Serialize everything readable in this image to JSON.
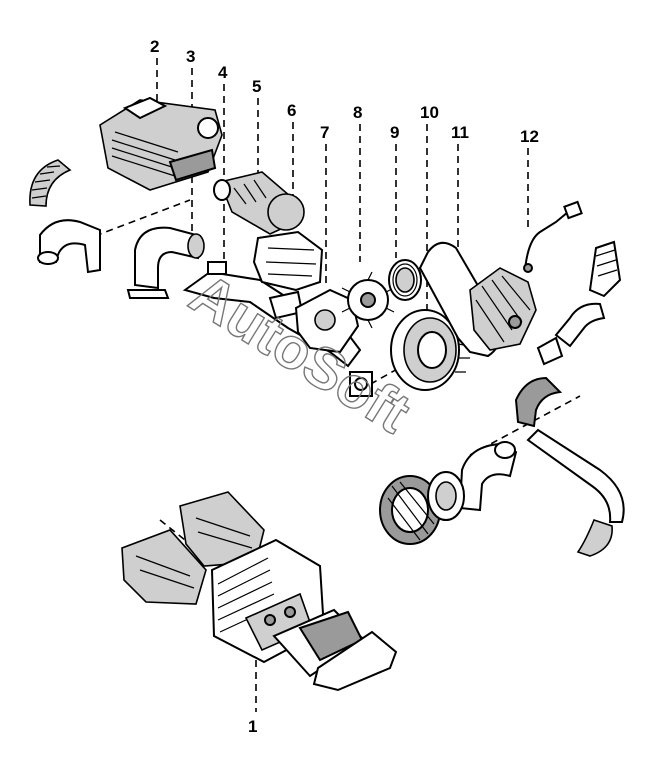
{
  "diagram": {
    "watermark": "AutoSoft",
    "callouts": [
      "1",
      "2",
      "3",
      "4",
      "5",
      "6",
      "7",
      "8",
      "9",
      "10",
      "11",
      "12"
    ]
  }
}
